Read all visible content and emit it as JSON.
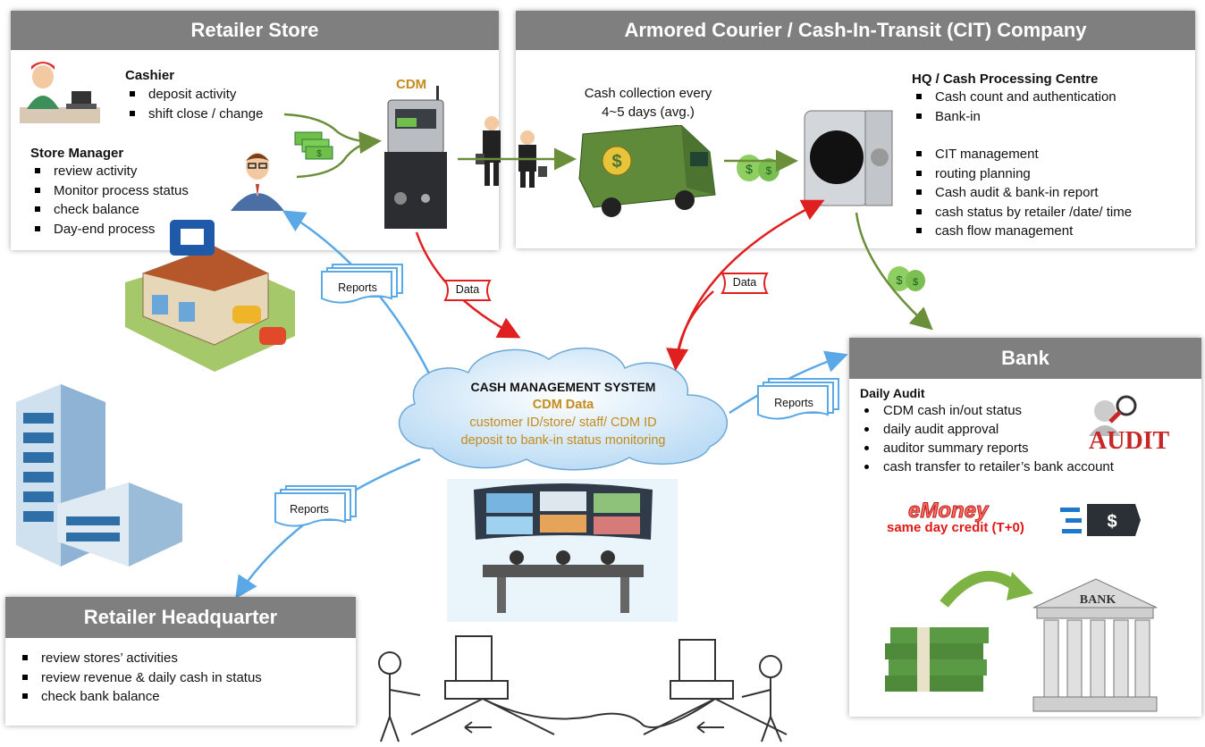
{
  "retailer_store": {
    "title": "Retailer Store",
    "cashier_heading": "Cashier",
    "cashier_items": [
      "deposit activity",
      "shift close / change"
    ],
    "manager_heading": "Store Manager",
    "manager_items": [
      "review activity",
      "Monitor process status",
      "check balance",
      "Day-end process"
    ],
    "cdm_label": "CDM"
  },
  "cit": {
    "title": "Armored Courier / Cash-In-Transit (CIT) Company",
    "collection_line1": "Cash collection every",
    "collection_line2": "4~5 days (avg.)",
    "hq_heading": "HQ / Cash Processing Centre",
    "hq_items_a": [
      "Cash count and authentication",
      "Bank-in"
    ],
    "hq_items_b": [
      "CIT management",
      "routing planning",
      "Cash audit & bank-in report",
      "cash status by retailer /date/ time",
      "cash flow management"
    ]
  },
  "cloud": {
    "title": "CASH MANAGEMENT SYSTEM",
    "subtitle": "CDM Data",
    "line1": "customer ID/store/ staff/ CDM ID",
    "line2": "deposit to bank-in status monitoring"
  },
  "flow_labels": {
    "data_left": "Data",
    "data_right": "Data",
    "reports_store": "Reports",
    "reports_bank": "Reports",
    "reports_hq": "Reports"
  },
  "bank": {
    "title": "Bank",
    "audit_heading": "Daily Audit",
    "audit_items": [
      "CDM cash in/out status",
      "daily audit approval",
      "auditor summary reports",
      "cash transfer to retailer’s bank account"
    ],
    "audit_logo": "AUDIT",
    "emoney_logo": "eMoney",
    "emoney_caption": "same day credit (T+0)",
    "bank_sign": "BANK"
  },
  "retailer_hq": {
    "title": "Retailer Headquarter",
    "items": [
      "review stores’ activities",
      "review revenue & daily cash in status",
      "check bank balance"
    ]
  },
  "colors": {
    "header_gray": "#7f7f7f",
    "green_arrow": "#6b8e3a",
    "red_arrow": "#e02020",
    "blue_arrow": "#5aa8e6",
    "cdm_orange": "#c58a1c",
    "emoney_red": "#e01818"
  }
}
